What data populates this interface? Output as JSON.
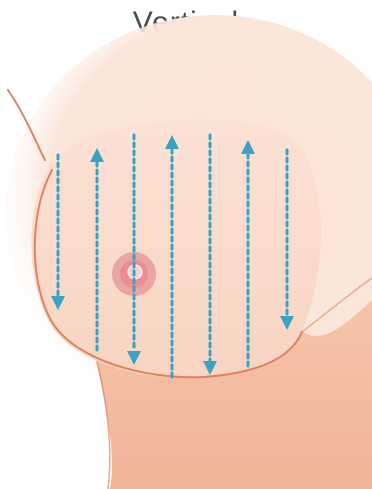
{
  "title": "Vertical",
  "colors": {
    "skin_light": "#fbe3d6",
    "skin_mid": "#f6c9b2",
    "skin_contour": "#e0825f",
    "arrow": "#3aa3c4",
    "areola": "#e89a9a",
    "nipple": "#f4d3d3"
  },
  "arrows": [
    {
      "direction": "down"
    },
    {
      "direction": "up"
    },
    {
      "direction": "down"
    },
    {
      "direction": "up"
    },
    {
      "direction": "down"
    },
    {
      "direction": "up"
    },
    {
      "direction": "down"
    }
  ],
  "icons": {
    "areola": "areola-icon",
    "nipple": "nipple-icon"
  }
}
